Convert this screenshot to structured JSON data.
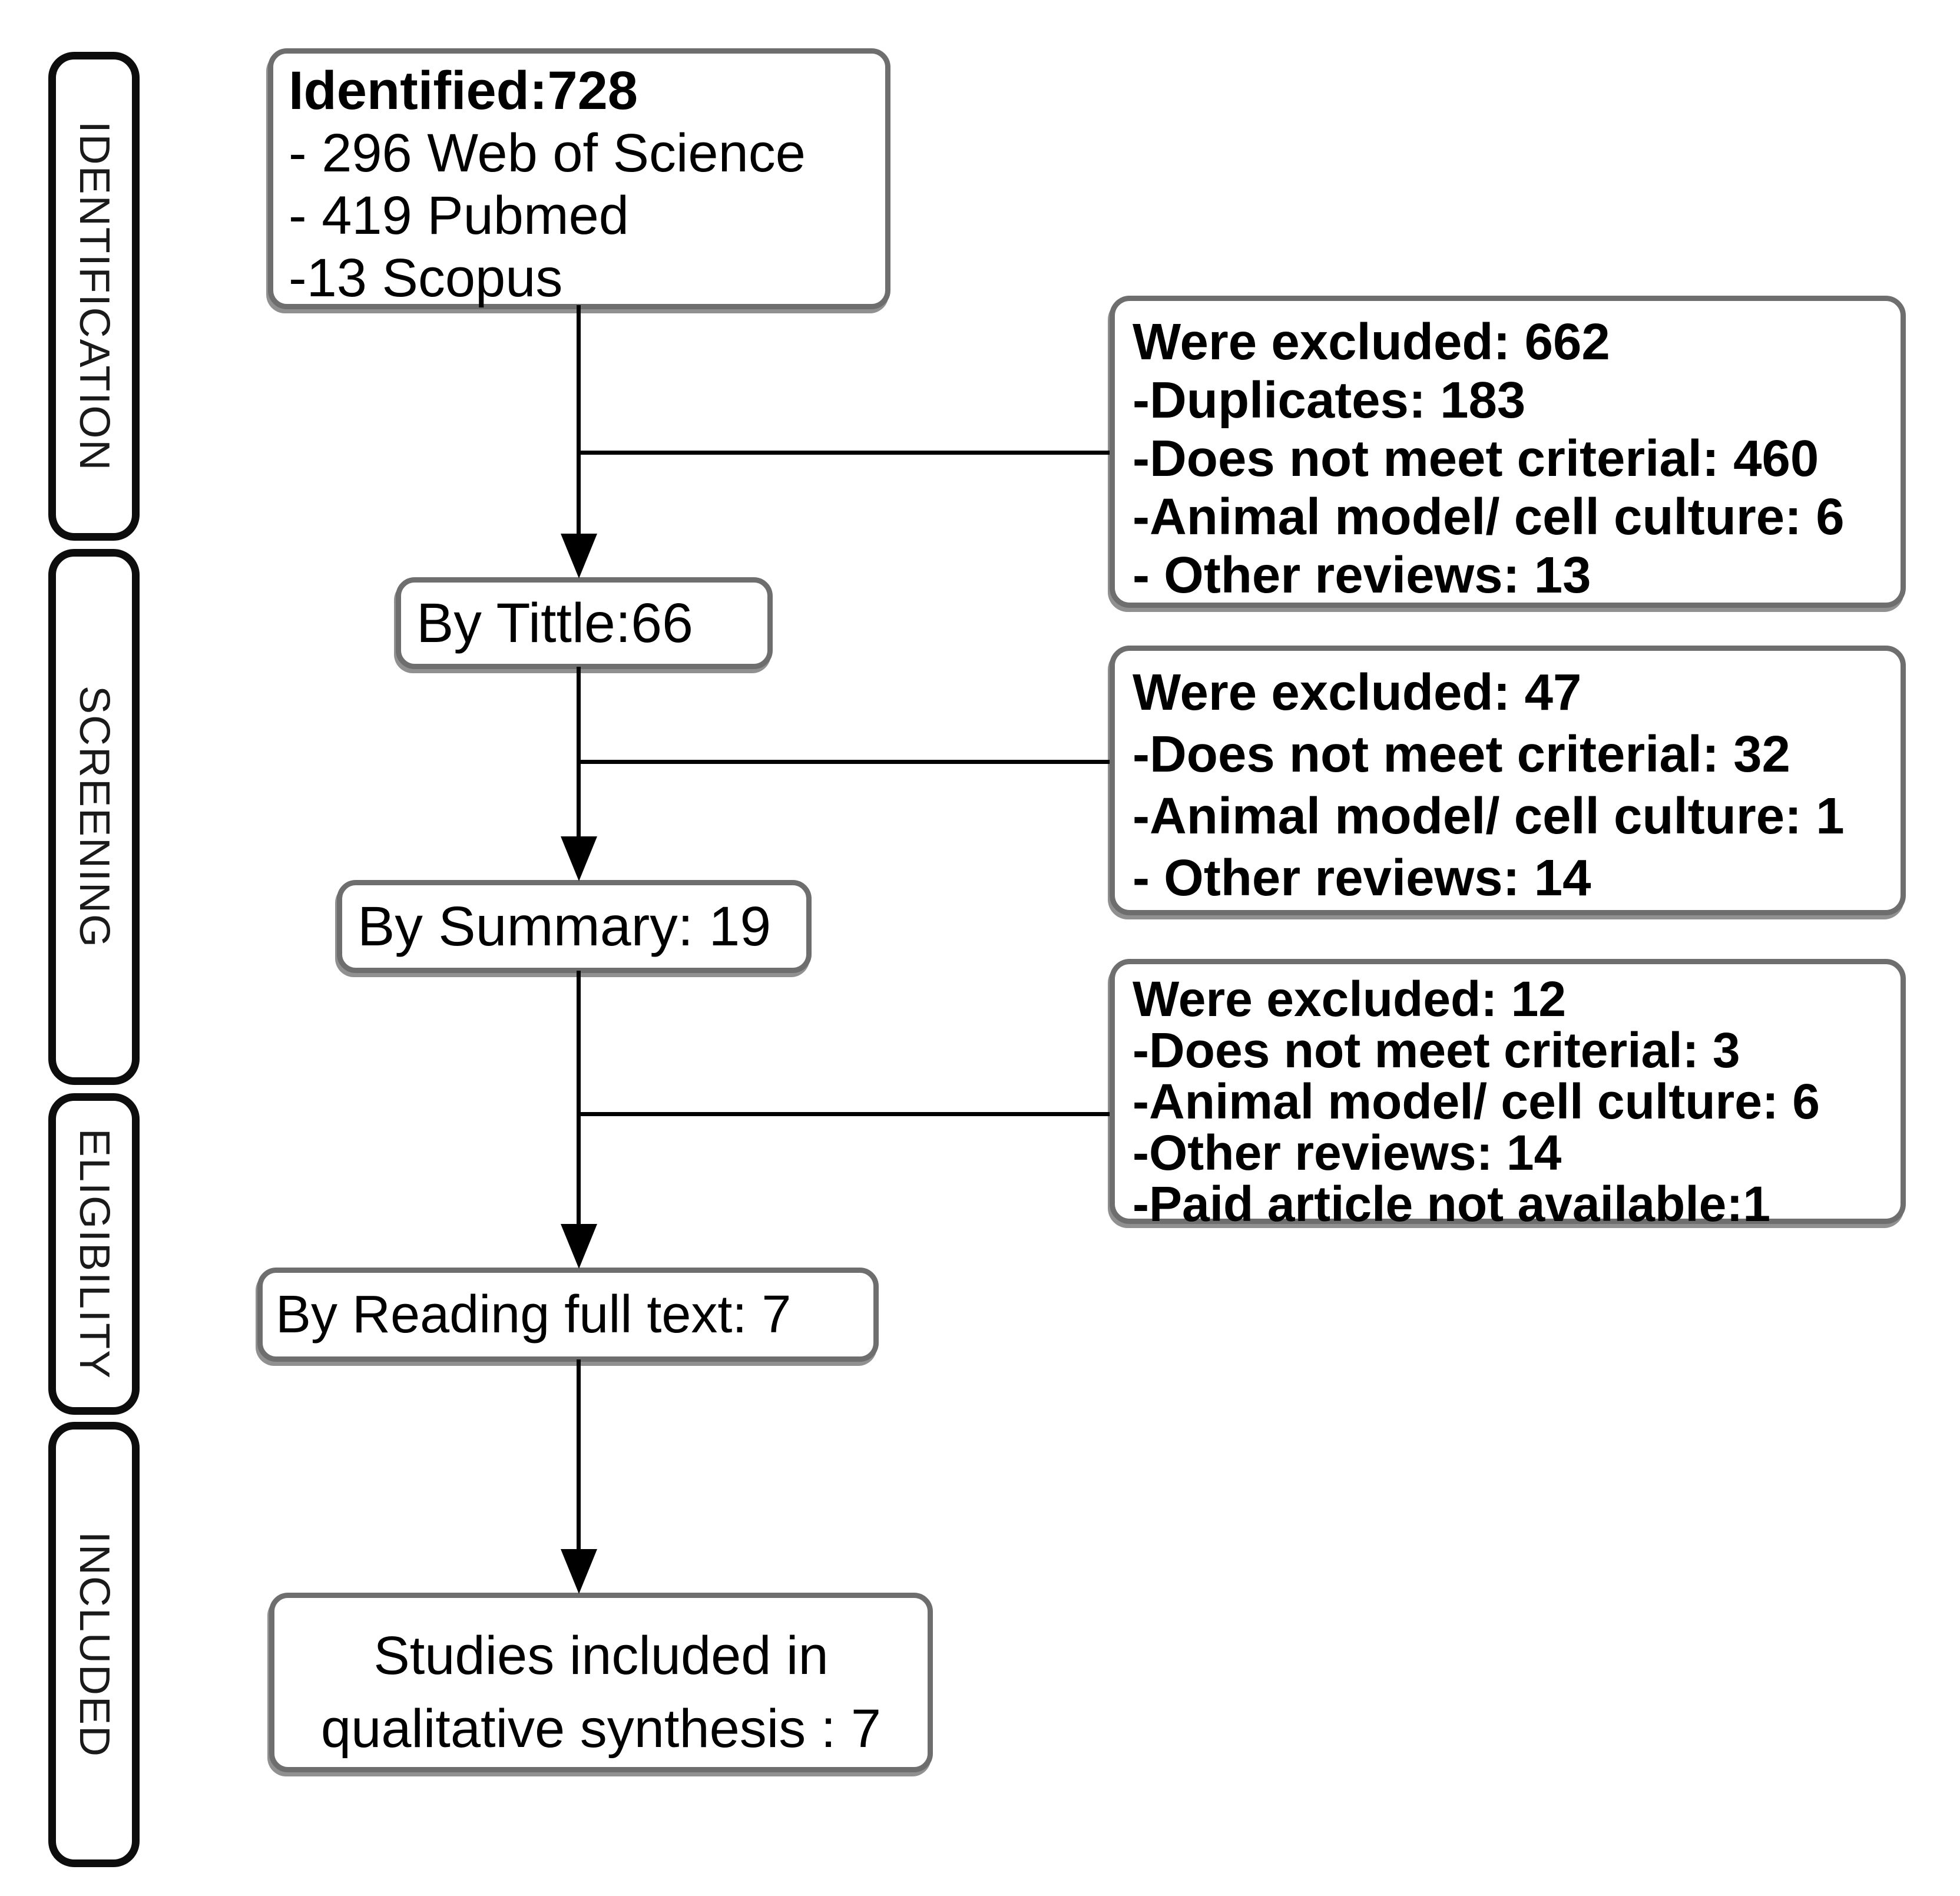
{
  "figure": {
    "type": "prisma-flow-diagram"
  },
  "sidebar": {
    "stages": [
      {
        "label": "IDENTIFICATION"
      },
      {
        "label": "SCREENING"
      },
      {
        "label": "ELIGIBILITY"
      },
      {
        "label": "INCLUDED"
      }
    ]
  },
  "flow": {
    "identified": {
      "title": "Identified:728",
      "items": [
        "- 296 Web of Science",
        "- 419 Pubmed",
        "-13 Scopus"
      ]
    },
    "by_title": {
      "label": "By Tittle:66"
    },
    "by_summary": {
      "label": "By Summary: 19"
    },
    "by_reading": {
      "label": "By Reading full text: 7"
    },
    "included": {
      "line1": "Studies included in",
      "line2": "qualitative synthesis : 7"
    }
  },
  "exclusions": [
    {
      "lines": [
        "Were excluded: 662",
        "-Duplicates: 183",
        "-Does not meet criterial: 460",
        "-Animal model/ cell culture: 6",
        "- Other reviews: 13"
      ]
    },
    {
      "lines": [
        "Were excluded: 47",
        "-Does not meet criterial: 32",
        "-Animal model/ cell culture: 1",
        "- Other reviews: 14"
      ]
    },
    {
      "lines": [
        "Were excluded: 12",
        "-Does not meet criterial: 3",
        "-Animal model/ cell culture: 6",
        "-Other reviews: 14",
        "-Paid article not available:1"
      ]
    }
  ],
  "colors": {
    "background": "#ffffff",
    "text": "#000000",
    "flow_box_border": "#6e6e6e",
    "stage_box_border": "#0d0d0d",
    "connector": "#000000"
  }
}
